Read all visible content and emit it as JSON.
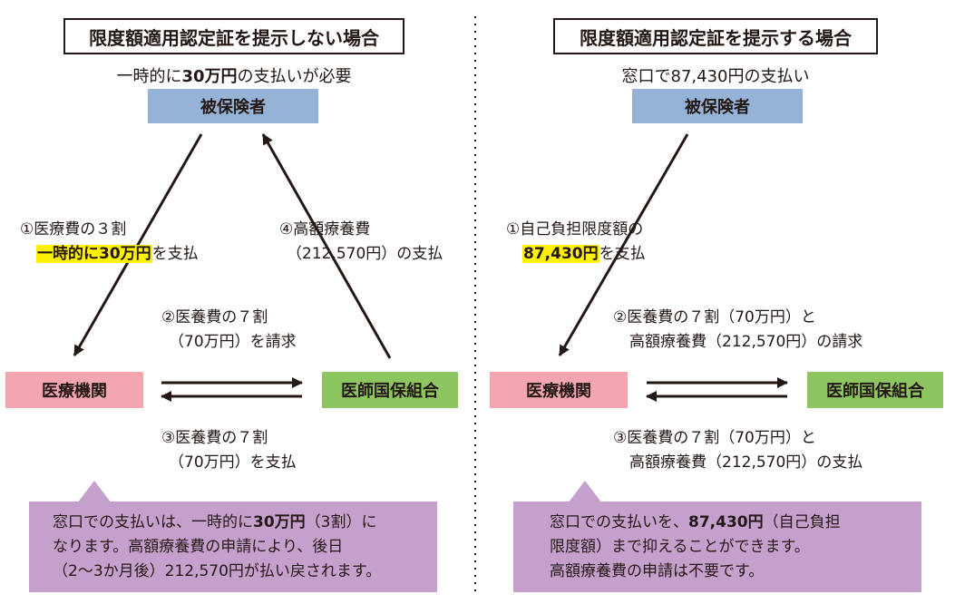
{
  "colors": {
    "insured": "#95b3d7",
    "hospital": "#f4a6b0",
    "union": "#8dc660",
    "callout": "#c6a0cc",
    "highlight": "#fff200"
  },
  "left": {
    "title": "限度額適用認定証を提示しない場合",
    "sub_prefix": "一時的に",
    "sub_bold": "30万円",
    "sub_suffix": "の支払いが必要",
    "insured": "被保険者",
    "hospital": "医療機関",
    "union": "医師国保組合",
    "step1_line1": "①医療費の３割",
    "step1_hl": "一時的に30万円",
    "step1_suffix": "を支払",
    "step4_line1": "④高額療養費",
    "step4_line2": "（212,570円）の支払",
    "step2_line1": "②医養費の７割",
    "step2_line2": "（70万円）を請求",
    "step3_line1": "③医養費の７割",
    "step3_line2": "（70万円）を支払",
    "callout_l1_a": "窓口での支払いは、一時的に",
    "callout_l1_b": "30万円",
    "callout_l1_c": "（3割）に",
    "callout_l2": "なります。高額療養費の申請により、後日",
    "callout_l3": "（2～3か月後）212,570円が払い戻されます。"
  },
  "right": {
    "title": "限度額適用認定証を提示する場合",
    "sub": "窓口で87,430円の支払い",
    "insured": "被保険者",
    "hospital": "医療機関",
    "union": "医師国保組合",
    "step1_line1": "①自己負担限度額の",
    "step1_hl": "87,430円",
    "step1_suffix": "を支払",
    "step2_line1": "②医養費の７割（70万円）と",
    "step2_line2": "高額療養費（212,570円）の請求",
    "step3_line1": "③医養費の７割（70万円）と",
    "step3_line2": "高額療養費（212,570円）の支払",
    "callout_l1_a": "窓口での支払いを、",
    "callout_l1_b": "87,430円",
    "callout_l1_c": "（自己負担",
    "callout_l2": "限度額）まで抑えることができます。",
    "callout_l3": "高額療養費の申請は不要です。"
  }
}
